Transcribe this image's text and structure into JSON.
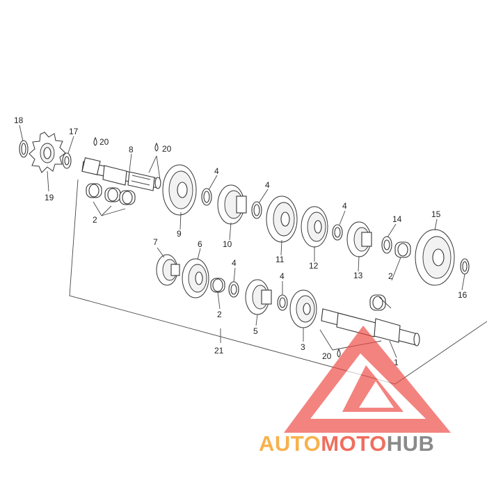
{
  "diagram": {
    "callouts": [
      "18",
      "17",
      "20",
      "8",
      "20",
      "19",
      "4",
      "2",
      "4",
      "9",
      "10",
      "4",
      "11",
      "12",
      "14",
      "15",
      "13",
      "7",
      "6",
      "4",
      "2",
      "2",
      "16",
      "5",
      "4",
      "3",
      "21",
      "20",
      "1"
    ]
  },
  "watermark": {
    "part1": "AUTO",
    "part2": "MOTO",
    "part3": "HUB",
    "color1": "#f7b24c",
    "color2": "#f06e5e",
    "color3": "#8a8a8a",
    "triangle_color": "#ee4a44"
  }
}
